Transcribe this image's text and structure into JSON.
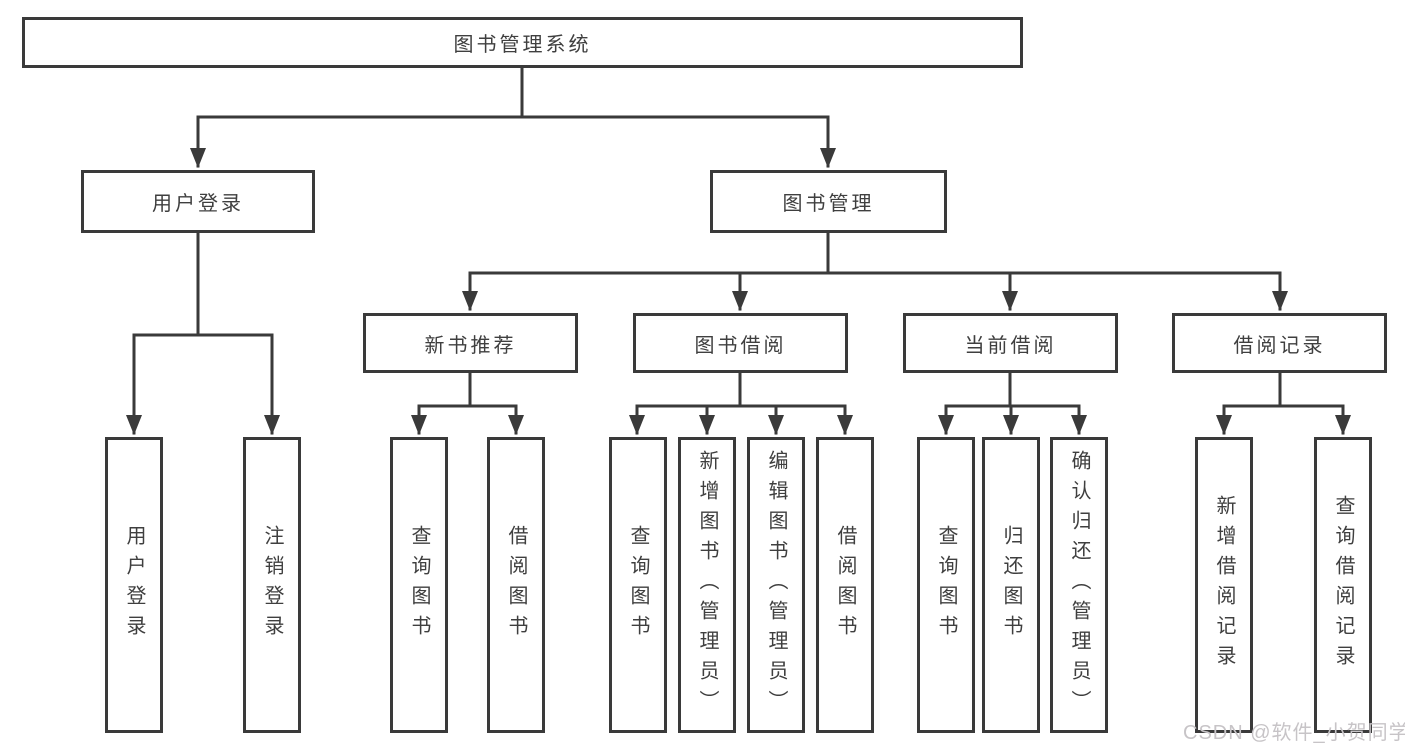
{
  "colors": {
    "line": "#3a3a3a",
    "text": "#3f3f3f",
    "box_bg": "#ffffff",
    "background": "#ffffff",
    "watermark": "#c7c4c7"
  },
  "watermark": {
    "text": "CSDN @软件_小贺同学"
  },
  "tree": {
    "root": {
      "label": "图书管理系统"
    },
    "level2": [
      {
        "label": "用户登录",
        "children": [
          {
            "label": "用户登录"
          },
          {
            "label": "注销登录"
          }
        ]
      },
      {
        "label": "图书管理",
        "children": [
          {
            "label": "新书推荐",
            "children": [
              {
                "label": "查询图书"
              },
              {
                "label": "借阅图书"
              }
            ]
          },
          {
            "label": "图书借阅",
            "children": [
              {
                "label": "查询图书"
              },
              {
                "label": "新增图书（管理员）"
              },
              {
                "label": "编辑图书（管理员）"
              },
              {
                "label": "借阅图书"
              }
            ]
          },
          {
            "label": "当前借阅",
            "children": [
              {
                "label": "查询图书"
              },
              {
                "label": "归还图书"
              },
              {
                "label": "确认归还（管理员）"
              }
            ]
          },
          {
            "label": "借阅记录",
            "children": [
              {
                "label": "新增借阅记录"
              },
              {
                "label": "查询借阅记录"
              }
            ]
          }
        ]
      }
    ]
  }
}
